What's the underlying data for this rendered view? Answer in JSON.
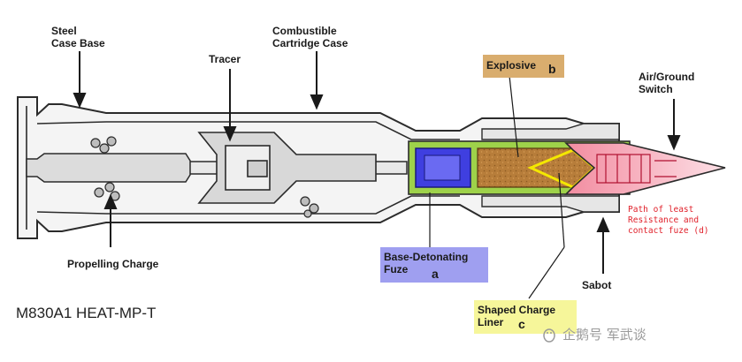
{
  "title": "M830A1 HEAT-MP-T",
  "labels": {
    "steel_case_base": [
      "Steel",
      "Case Base"
    ],
    "combustible_case": [
      "Combustible",
      "Cartridge Case"
    ],
    "tracer": "Tracer",
    "explosive": "Explosive",
    "explosive_letter": "b",
    "air_ground_switch": [
      "Air/Ground",
      "Switch"
    ],
    "propelling_charge": "Propelling Charge",
    "base_detonating_fuze": [
      "Base-Detonating",
      "Fuze"
    ],
    "base_detonating_letter": "a",
    "sabot": "Sabot",
    "shaped_charge_liner": [
      "Shaped Charge",
      "Liner"
    ],
    "shaped_charge_letter": "c",
    "path_note": [
      "Path of least",
      "Resistance and",
      "contact fuze (d)"
    ]
  },
  "watermark": "企鹅号 军武谈",
  "colors": {
    "explosive_box": "#d9ad6e",
    "fuze_box": "#9f9ff0",
    "liner_box": "#f6f69a",
    "note_red": "#e0202a",
    "green_band": "#9ed24a",
    "nose_pink": "#f5a8b4"
  }
}
